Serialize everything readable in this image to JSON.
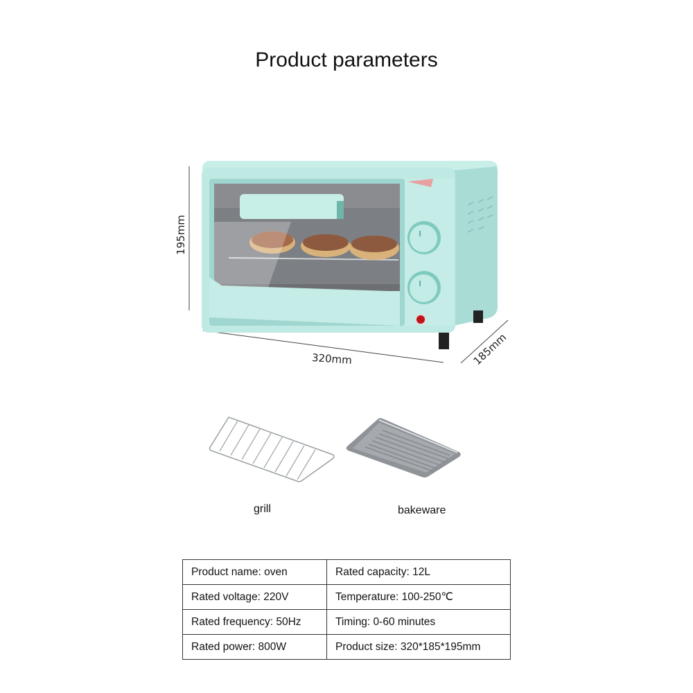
{
  "header": {
    "title": "Product parameters"
  },
  "dimensions": {
    "height": "195mm",
    "width": "320mm",
    "depth": "185mm"
  },
  "accessories": [
    {
      "name": "grill",
      "icon": "wire-rack-icon"
    },
    {
      "name": "bakeware",
      "icon": "baking-tray-icon"
    }
  ],
  "colors": {
    "oven_body": "#b8e6e0",
    "oven_dark": "#8fcfc6",
    "indicator_light": "#c0141a",
    "tray": "#9a9ea3"
  },
  "specs": {
    "rows": [
      {
        "left": "Product name: oven",
        "right": "Rated capacity: 12L"
      },
      {
        "left": "Rated voltage: 220V",
        "right": "Temperature: 100-250℃"
      },
      {
        "left": "Rated frequency: 50Hz",
        "right": "Timing: 0-60 minutes"
      },
      {
        "left": "Rated power: 800W",
        "right": "Product size: 320*185*195mm"
      }
    ]
  }
}
